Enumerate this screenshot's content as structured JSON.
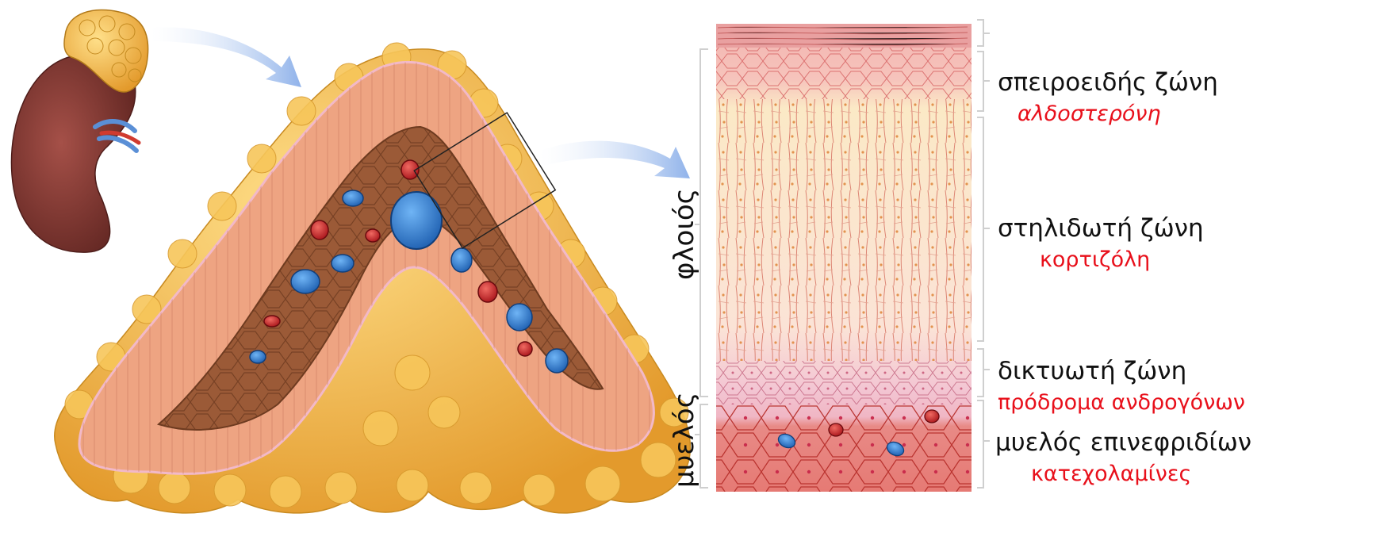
{
  "labels": {
    "cortex_vertical": "φλοιός",
    "medulla_vertical": "μυελός"
  },
  "zones": [
    {
      "name": "σπειροειδής ζώνη",
      "hormone": "αλδοστερόνη",
      "hormone_italic": true
    },
    {
      "name": "στηλιδωτή ζώνη",
      "hormone": "κορτιζόλη",
      "hormone_italic": false
    },
    {
      "name": "δικτυωτή ζώνη",
      "hormone": "πρόδρομα ανδρογόνων",
      "hormone_italic": false
    },
    {
      "name": "μυελός επινεφριδίων",
      "hormone": "κατεχολαμίνες",
      "hormone_italic": false
    }
  ],
  "colors": {
    "zone_text": "#111111",
    "hormone_text": "#e8101b",
    "arrow": "#a9c4ee",
    "fat": "#f2b54b",
    "cortex": "#eea482",
    "medulla": "#9b5a37",
    "vein": "#2f7fd0",
    "artery": "#d12a2a",
    "kidney": "#8a3a35"
  }
}
